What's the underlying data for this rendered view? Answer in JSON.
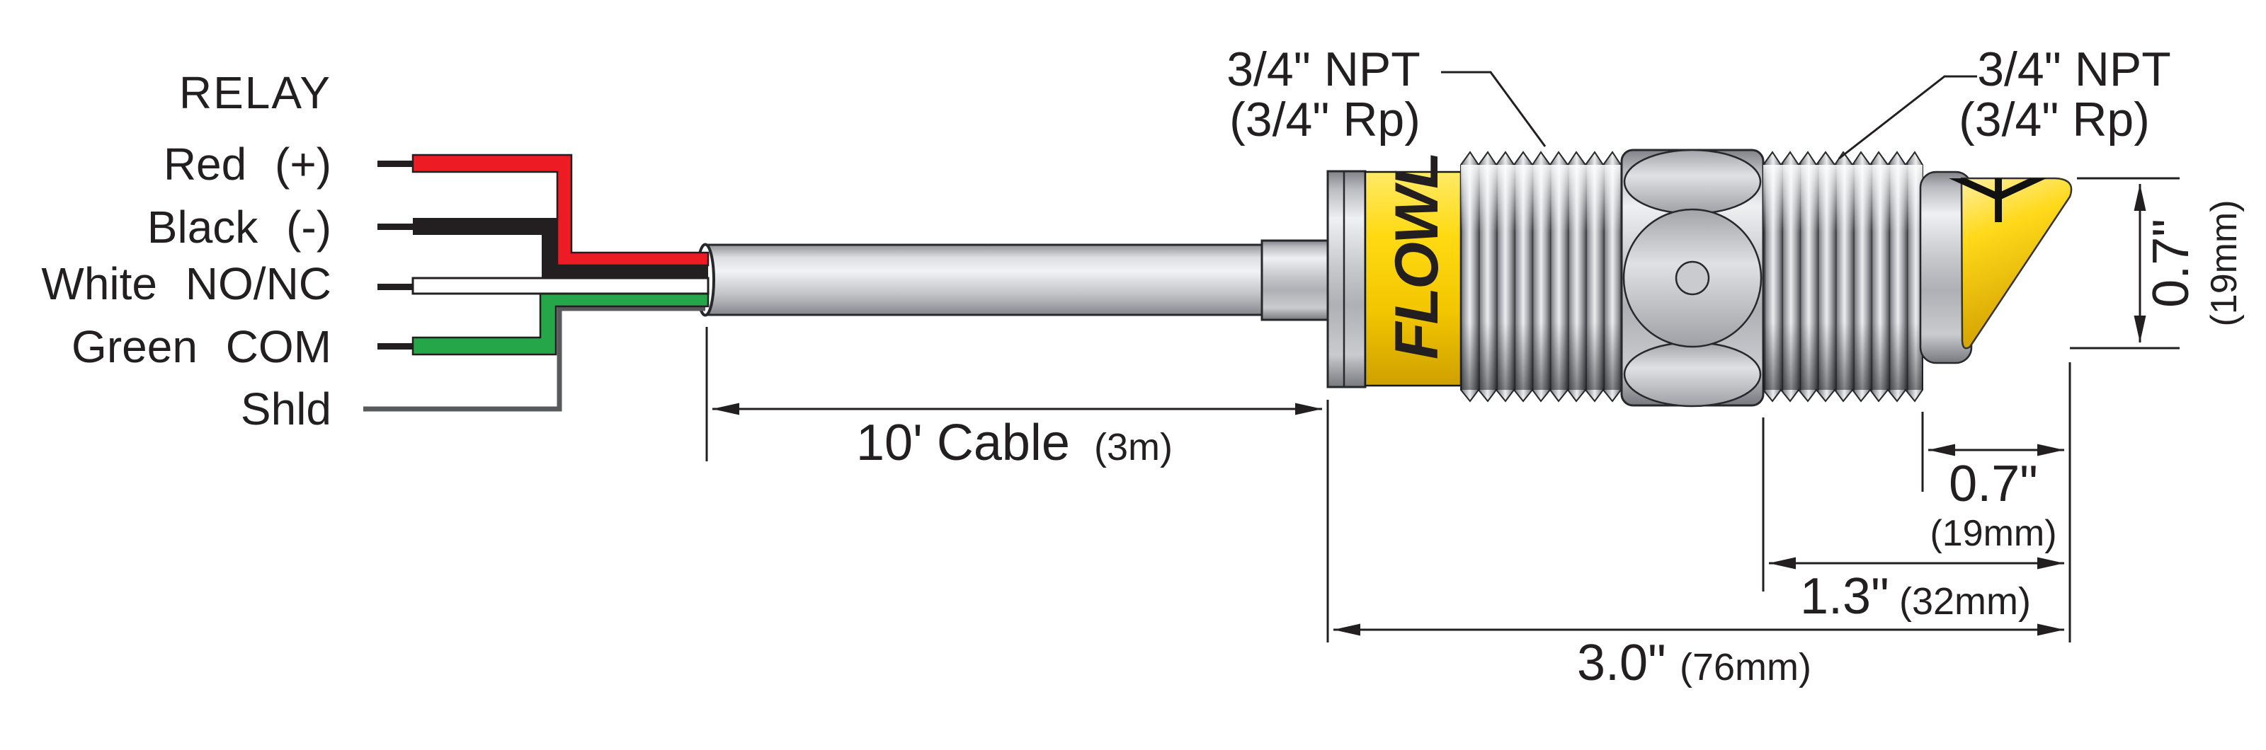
{
  "diagram": {
    "relay": {
      "title": "RELAY",
      "wires": [
        {
          "id": "red",
          "label": "Red (+)",
          "color": "#ED1C24"
        },
        {
          "id": "black",
          "label": "Black (-)",
          "color": "#231F20"
        },
        {
          "id": "white",
          "label": "White NO/NC",
          "color": "#FFFFFF"
        },
        {
          "id": "green",
          "label": "Green COM",
          "color": "#25A649"
        },
        {
          "id": "shield",
          "label": "Shld",
          "color": "#58595B"
        }
      ]
    },
    "cable": {
      "dim_label": "10' Cable",
      "dim_metric": "(3m)"
    },
    "sensor": {
      "brand_text": "FLOWL",
      "npt_front": {
        "line1": "3/4\" NPT",
        "line2": "(3/4\" Rp)"
      },
      "npt_rear": {
        "line1": "3/4\" NPT",
        "line2": "(3/4\" Rp)"
      }
    },
    "dimensions": {
      "tip": {
        "value": "0.7\"",
        "metric": "(19mm)"
      },
      "thread_to_tip": {
        "value": "1.3\"",
        "metric": "(32mm)"
      },
      "overall": {
        "value": "3.0\"",
        "metric": "(76mm)"
      },
      "height": {
        "value": "0.7\"",
        "metric": "(19mm)"
      }
    },
    "colors": {
      "yellow": "#FFD60A",
      "red": "#ED1C24",
      "green": "#25A649",
      "shield_gray": "#58595B",
      "line_black": "#231F20"
    }
  }
}
